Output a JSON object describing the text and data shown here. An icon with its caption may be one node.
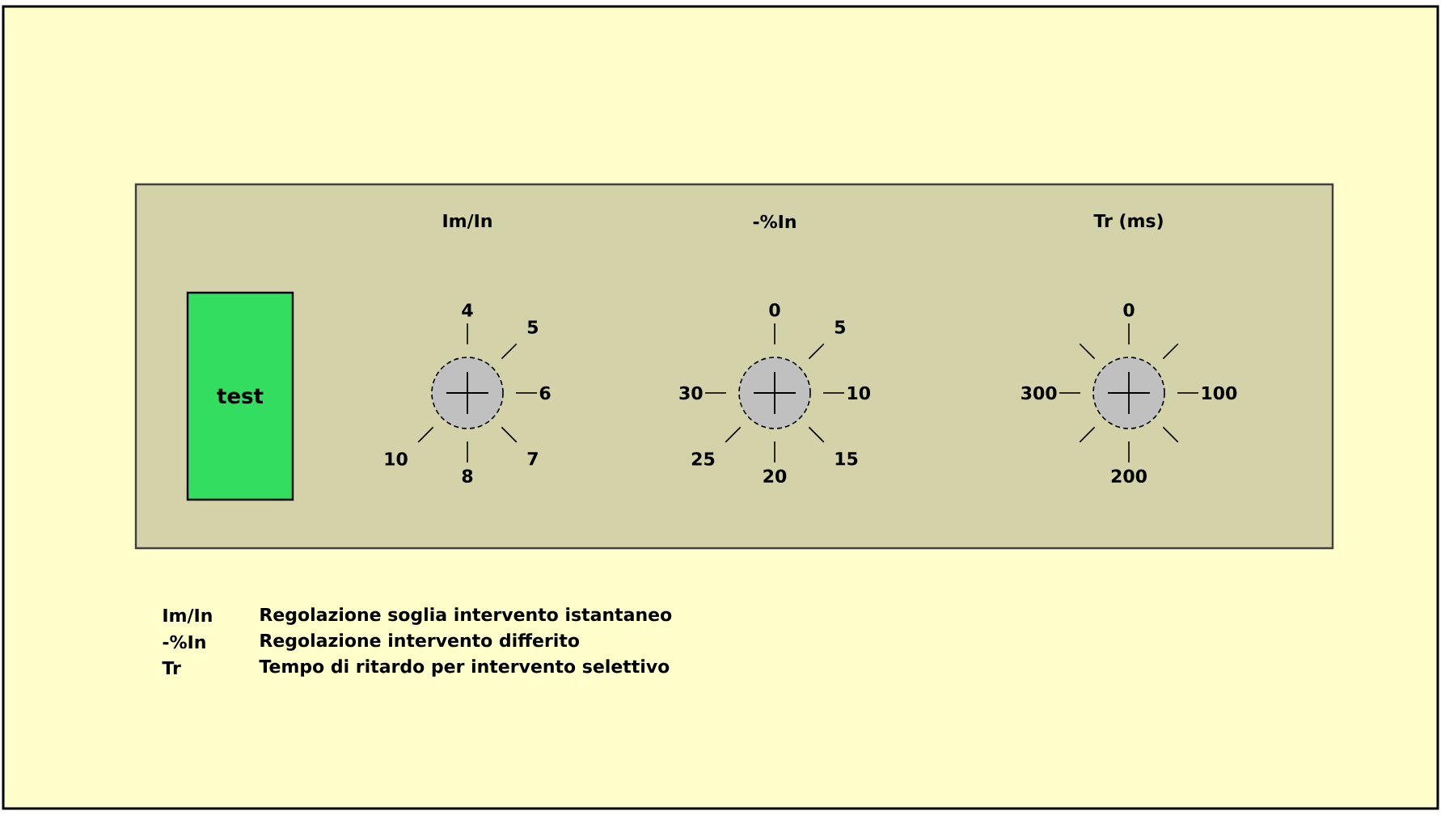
{
  "diagram": {
    "nodes": [
      {
        "text": [],
        "shape": "box"
      },
      {
        "text": [
          "test"
        ],
        "in": 0
      },
      {
        "text": [],
        "shape": "circle",
        "in": 0,
        "beside": [
          "4",
          "5",
          "6",
          "7",
          "8",
          "10"
        ]
      },
      {
        "text": [],
        "shape": "circle",
        "in": 0,
        "beside": [
          "0",
          "5",
          "10",
          "15",
          "20",
          "25",
          "30"
        ]
      },
      {
        "text": [],
        "shape": "circle",
        "in": 0,
        "beside": [
          "0",
          "100",
          "200",
          "300"
        ]
      }
    ],
    "edges": [],
    "labels": [
      "Im/In",
      "-%In",
      "Tr (ms)",
      "Im/In",
      "Regolazione soglia intervento istantaneo",
      "-%In",
      "Regolazione intervento differito",
      "Tr",
      "Tempo di ritardo per intervento selettivo"
    ]
  }
}
